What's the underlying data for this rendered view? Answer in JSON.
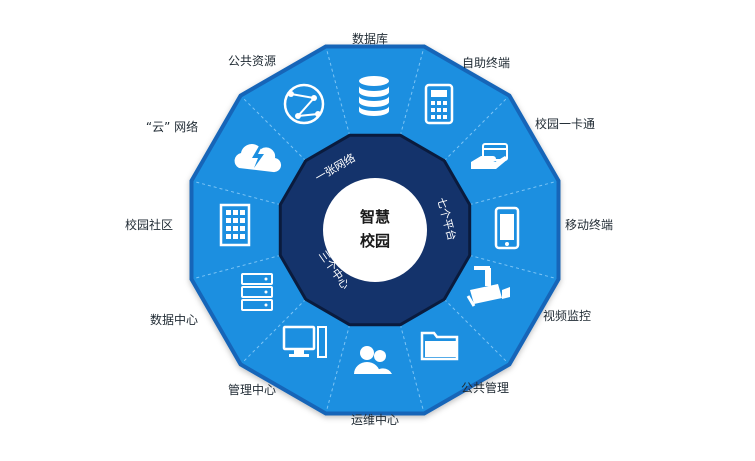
{
  "center": {
    "line1": "智慧",
    "line2": "校园"
  },
  "inner_ring": {
    "top": "一张网络",
    "right": "七个平台",
    "bottom": "三个中心"
  },
  "segments": [
    {
      "label": "数据库",
      "icon": "database-icon"
    },
    {
      "label": "自助终端",
      "icon": "calculator-icon"
    },
    {
      "label": "校园一卡通",
      "icon": "card-payment-icon"
    },
    {
      "label": "移动终端",
      "icon": "smartphone-icon"
    },
    {
      "label": "视频监控",
      "icon": "security-camera-icon"
    },
    {
      "label": "公共管理",
      "icon": "folder-icon"
    },
    {
      "label": "运维中心",
      "icon": "users-icon"
    },
    {
      "label": "管理中心",
      "icon": "desktop-computer-icon"
    },
    {
      "label": "数据中心",
      "icon": "server-icon"
    },
    {
      "label": "校园社区",
      "icon": "building-icon"
    },
    {
      "label": "“云” 网络",
      "icon": "cloud-lightning-icon"
    },
    {
      "label": "公共资源",
      "icon": "network-globe-icon"
    }
  ],
  "colors": {
    "outer_blue": "#1c8fe0",
    "outer_border": "#1565b8",
    "divider": "#7cc4f5",
    "inner_navy": "#14336b",
    "inner_border": "#0a1b3d",
    "center_white": "#ffffff"
  }
}
